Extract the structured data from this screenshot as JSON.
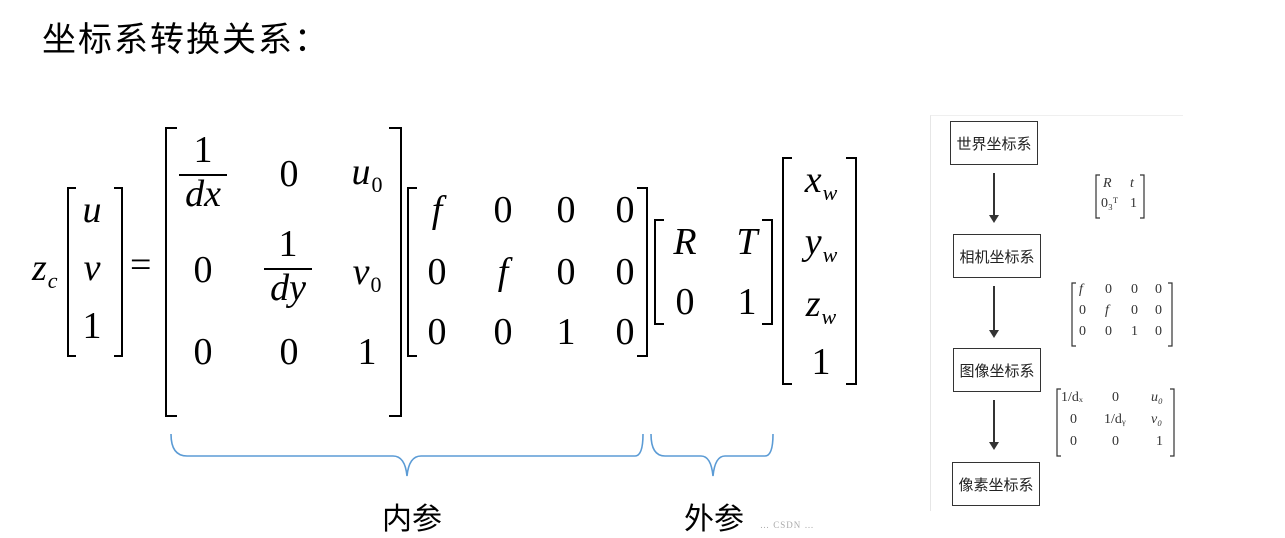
{
  "title": "坐标系转换关系：",
  "equation": {
    "lhs_scale": "z",
    "lhs_scale_sub": "c",
    "lhs_vector": [
      "u",
      "v",
      "1"
    ],
    "equals": "=",
    "intrinsic_matrix": {
      "r0": [
        "1/dx",
        "0",
        "u0"
      ],
      "r1": [
        "0",
        "1/dy",
        "v0"
      ],
      "r2": [
        "0",
        "0",
        "1"
      ],
      "frac_num": "1",
      "frac_den_x": "dx",
      "frac_den_y": "dy",
      "u0_base": "u",
      "u0_sub": "0",
      "v0_base": "v",
      "v0_sub": "0"
    },
    "projection_matrix": {
      "rows": [
        [
          "f",
          "0",
          "0",
          "0"
        ],
        [
          "0",
          "f",
          "0",
          "0"
        ],
        [
          "0",
          "0",
          "1",
          "0"
        ]
      ]
    },
    "extrinsic_matrix": {
      "rows": [
        [
          "R",
          "T"
        ],
        [
          "0",
          "1"
        ]
      ]
    },
    "world_vector": {
      "items": [
        {
          "base": "x",
          "sub": "w"
        },
        {
          "base": "y",
          "sub": "w"
        },
        {
          "base": "z",
          "sub": "w"
        },
        {
          "base": "1",
          "sub": ""
        }
      ]
    }
  },
  "braces": {
    "intrinsic_label": "内参",
    "extrinsic_label": "外参",
    "color": "#5b9bd5"
  },
  "watermark": "… CSDN …",
  "flowchart": {
    "nodes": [
      "世界坐标系",
      "相机坐标系",
      "图像坐标系",
      "像素坐标系"
    ],
    "transforms": {
      "world_to_camera": [
        [
          "R",
          "t"
        ],
        [
          "0₃ᵀ",
          "1"
        ]
      ],
      "camera_to_image": [
        [
          "f",
          "0",
          "0",
          "0"
        ],
        [
          "0",
          "f",
          "0",
          "0"
        ],
        [
          "0",
          "0",
          "1",
          "0"
        ]
      ],
      "image_to_pixel": [
        [
          "1/dₓ",
          "0",
          "u₀"
        ],
        [
          "0",
          "1/dᵧ",
          "v₀"
        ],
        [
          "0",
          "0",
          "1"
        ]
      ]
    }
  }
}
